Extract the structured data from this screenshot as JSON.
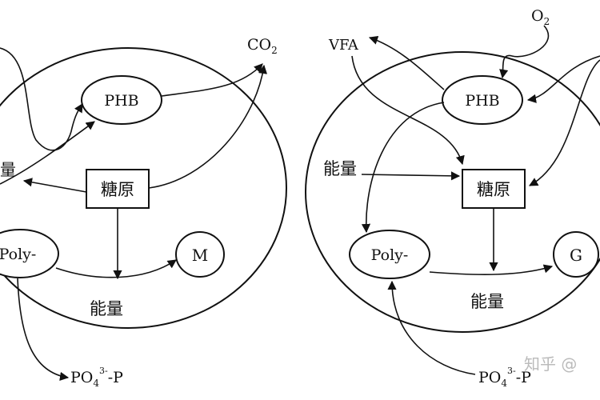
{
  "left_panel": {
    "phb_label": "PHB",
    "glycogen_label": "糖原",
    "poly_label": "Poly-",
    "m_label": "M",
    "energy_left_label": "量",
    "energy_bottom_label": "能量",
    "co2_label": "CO",
    "co2_sub": "2",
    "po4_main": "PO",
    "po4_sub": "4",
    "po4_sup": "3-",
    "po4_tail": "-P"
  },
  "right_panel": {
    "vfa_label": "VFA",
    "o2_label": "O",
    "o2_sub": "2",
    "phb_label": "PHB",
    "glycogen_label": "糖原",
    "poly_label": "Poly-",
    "g_label": "G",
    "energy_left_label": "能量",
    "energy_bottom_label": "能量",
    "po4_main": "PO",
    "po4_sub": "4",
    "po4_sup": "3-",
    "po4_tail": "-P"
  },
  "watermark": {
    "text": "知乎 @"
  }
}
